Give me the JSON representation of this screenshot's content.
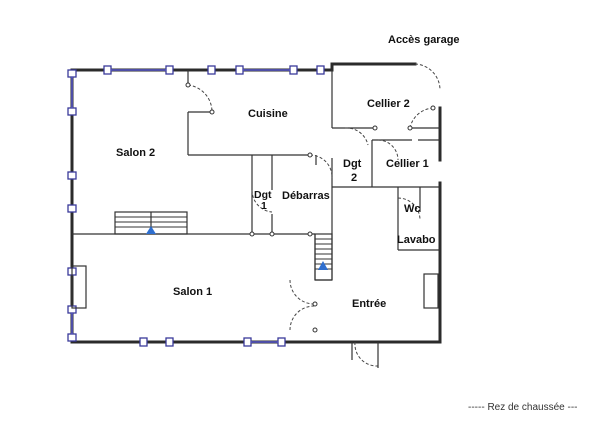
{
  "plan": {
    "rooms": {
      "salon2": "Salon 2",
      "cuisine": "Cuisine",
      "cellier2": "Cellier 2",
      "cellier1": "Cellier 1",
      "dgt2_line1": "Dgt",
      "dgt2_line2": "2",
      "dgt1_line1": "Dgt",
      "dgt1_line2": "1",
      "debarras": "Débarras",
      "wc": "Wc",
      "lavabo": "Lavabo",
      "salon1": "Salon 1",
      "entree": "Entrée"
    },
    "acces_garage": "Accès garage",
    "level_label": "Rez de chaussée",
    "colors": {
      "wall": "#2b2b2b",
      "window": "#3a3a9a",
      "stair_arrow": "#2f6fcf"
    }
  }
}
